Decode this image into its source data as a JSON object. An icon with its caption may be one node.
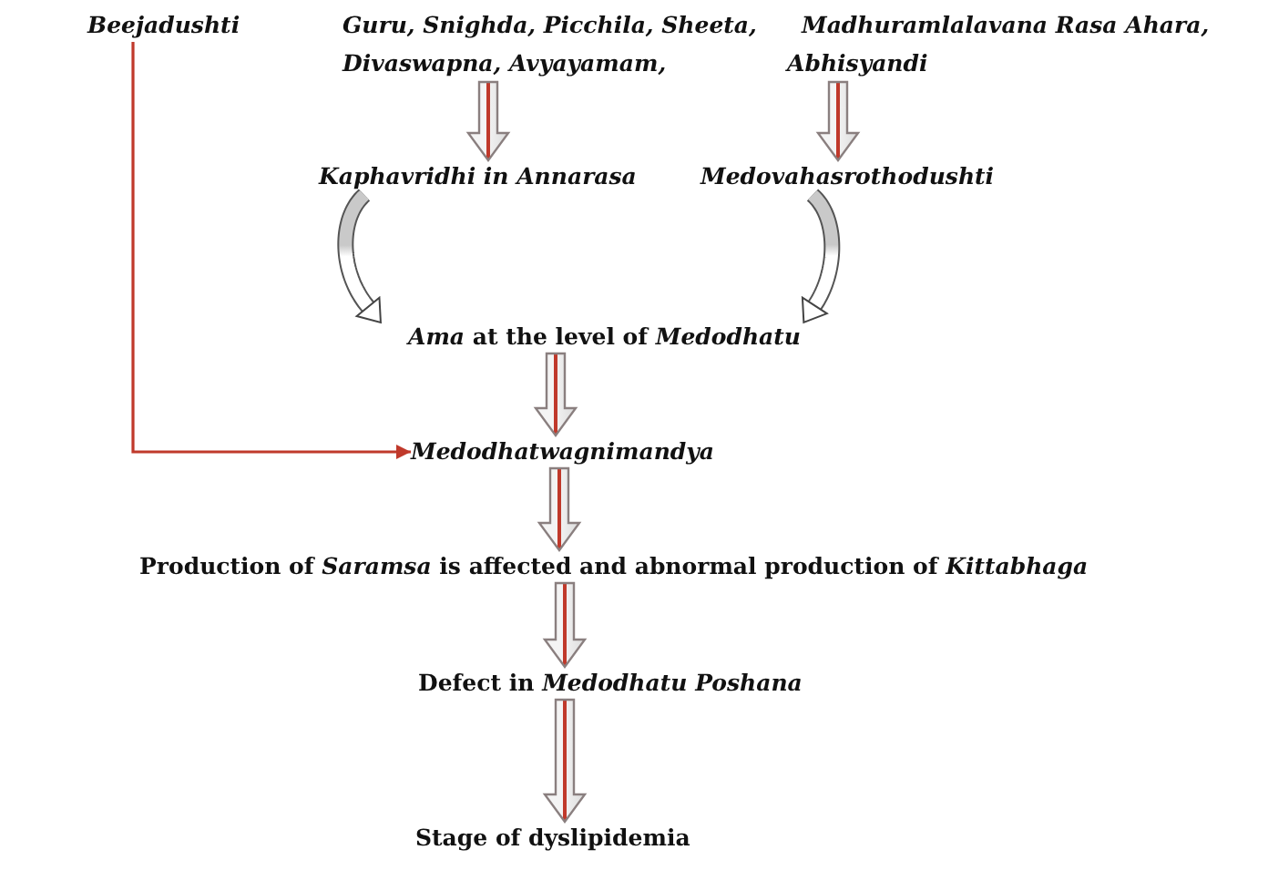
{
  "diagram": {
    "nodes": [
      {
        "text": [
          "Beejadushti"
        ]
      },
      {
        "text": [
          "Guru, Snighda, Picchila, Sheeta, Divaswapna, Avyayamam,"
        ]
      },
      {
        "text": [
          "Madhuramlalavana Rasa Ahara, Abhisyandi"
        ]
      },
      {
        "text": [
          "Kaphavridhi in Annarasa"
        ]
      },
      {
        "text": [
          "Medovahasrothodushti"
        ]
      },
      {
        "text": [
          "*Ama* at the level of *Medodhatu*"
        ]
      },
      {
        "text": [
          "Medodhatwagnimandya"
        ]
      },
      {
        "text": [
          "Production of *Saramsa* is affected and abnormal production of *Kittabhaga*"
        ]
      },
      {
        "text": [
          "Defect in *Medodhatu Poshana*"
        ]
      },
      {
        "text": [
          "Stage of dyslipidemia"
        ]
      }
    ],
    "edges": [
      {
        "from": 1,
        "to": 3,
        "arrow": "to",
        "style": "thick"
      },
      {
        "from": 2,
        "to": 4,
        "arrow": "to",
        "style": "thick"
      },
      {
        "from": 3,
        "to": 5,
        "arrow": "to",
        "style": "thick"
      },
      {
        "from": 4,
        "to": 5,
        "arrow": "to",
        "style": "thick"
      },
      {
        "from": 5,
        "to": 6,
        "arrow": "to",
        "style": "thick"
      },
      {
        "from": 0,
        "to": 6,
        "arrow": "to",
        "color": "#c0392b"
      },
      {
        "from": 6,
        "to": 7,
        "arrow": "to",
        "style": "thick"
      },
      {
        "from": 7,
        "to": 8,
        "arrow": "to",
        "style": "thick"
      },
      {
        "from": 8,
        "to": 9,
        "arrow": "to",
        "style": "thick"
      }
    ]
  }
}
